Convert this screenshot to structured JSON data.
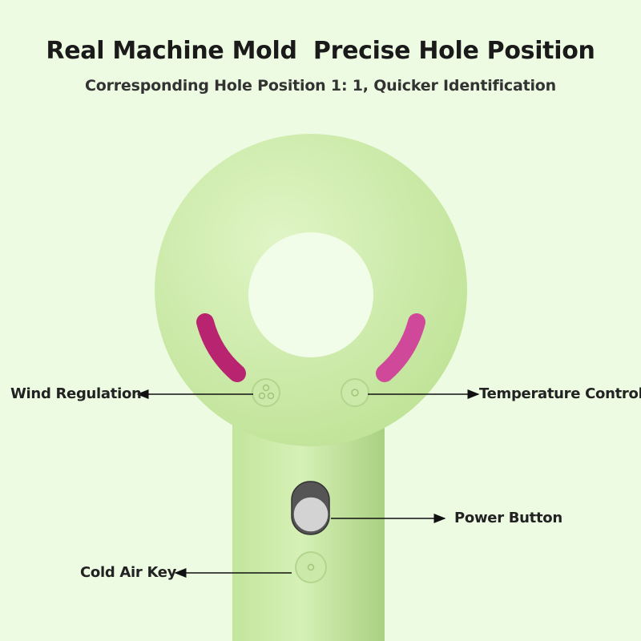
{
  "header": {
    "title": "Real Machine Mold  Precise Hole Position",
    "subtitle": "Corresponding Hole Position 1: 1, Quicker Identification"
  },
  "callouts": {
    "wind": "Wind Regulation",
    "temperature": "Temperature Control",
    "power": "Power Button",
    "cold_air": "Cold Air Key"
  },
  "colors": {
    "background": "#eefbe3",
    "body": "#c6e6a0",
    "slot": "#c0287f"
  }
}
